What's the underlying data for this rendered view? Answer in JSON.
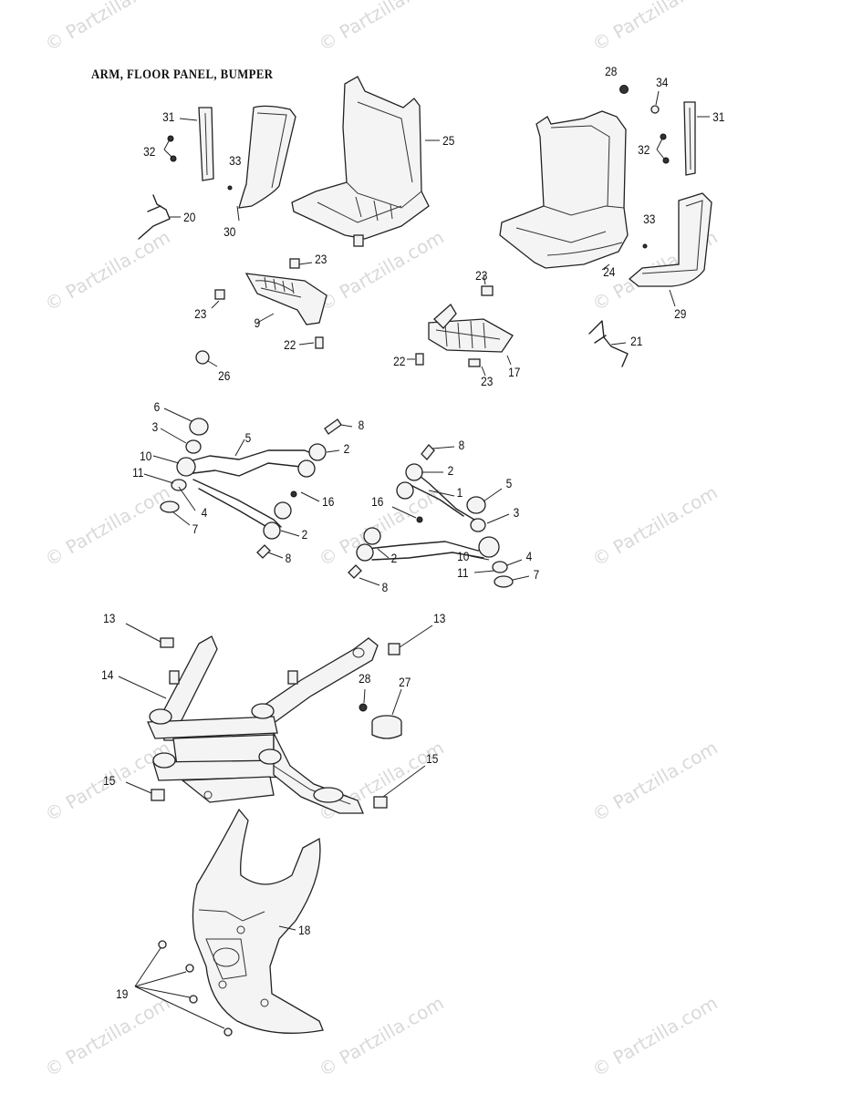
{
  "diagram": {
    "title": "ARM, FLOOR PANEL, BUMPER",
    "watermark_text": "© Partzilla.com",
    "callouts": {
      "c31_left": "31",
      "c32_left": "32",
      "c33_left": "33",
      "c30": "30",
      "c20": "20",
      "c25": "25",
      "c28_top": "28",
      "c34": "34",
      "c31_right": "31",
      "c32_right": "32",
      "c33_right": "33",
      "c24": "24",
      "c29": "29",
      "c23_a": "23",
      "c23_b": "23",
      "c9": "9",
      "c22_left": "22",
      "c26": "26",
      "c23_c": "23",
      "c22_right": "22",
      "c23_d": "23",
      "c17": "17",
      "c21": "21",
      "c6": "6",
      "c3_left": "3",
      "c10_left": "10",
      "c11_left": "11",
      "c4_left": "4",
      "c7_left": "7",
      "c5_left": "5",
      "c8_a": "8",
      "c2_a": "2",
      "c16_left": "16",
      "c2_b": "2",
      "c8_b": "8",
      "c8_c": "8",
      "c2_c": "2",
      "c16_right": "16",
      "c1": "1",
      "c5_right": "5",
      "c3_right": "3",
      "c2_d": "2",
      "c10_right": "10",
      "c4_right": "4",
      "c11_right": "11",
      "c7_right": "7",
      "c8_d": "8",
      "c13_left": "13",
      "c13_right": "13",
      "c14": "14",
      "c28_mid": "28",
      "c27": "27",
      "c15_left": "15",
      "c15_right": "15",
      "c18": "18",
      "c19": "19"
    }
  }
}
